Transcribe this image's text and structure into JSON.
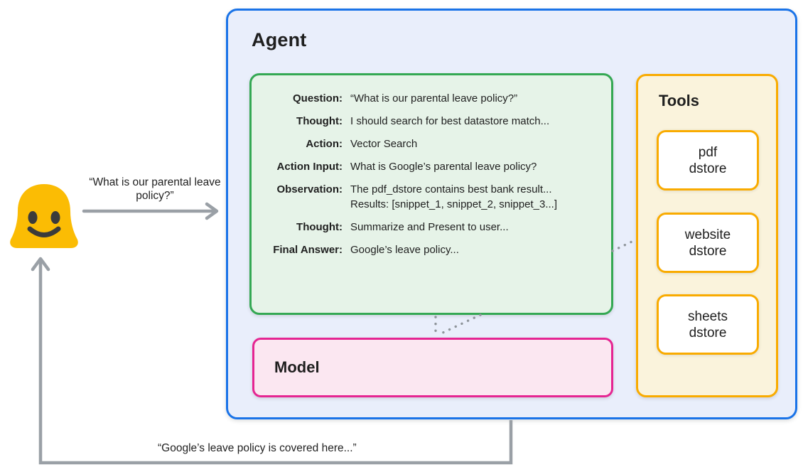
{
  "colors": {
    "agent_border": "#1a73e8",
    "agent_bg": "#e9eefb",
    "trace_border": "#34a853",
    "trace_bg": "#e6f3e8",
    "model_border": "#e52592",
    "model_bg": "#fbe7f1",
    "tools_border": "#f9ab00",
    "tools_bg": "#faf3dc",
    "tool_item_bg": "#ffffff",
    "arrow_gray": "#9aa0a6",
    "smiley_yellow": "#fbbc04",
    "text": "#1f1f1f"
  },
  "user": {
    "query_text": "“What is our parental leave policy?”"
  },
  "response": {
    "text": "“Google’s leave policy is covered here...”"
  },
  "agent": {
    "title": "Agent",
    "trace": {
      "rows": [
        {
          "label": "Question:",
          "value": "“What is our parental leave policy?”"
        },
        {
          "label": "Thought:",
          "value": "I should search for best datastore match..."
        },
        {
          "label": "Action:",
          "value": "Vector Search"
        },
        {
          "label": "Action Input:",
          "value": "What is Google’s parental leave policy?"
        },
        {
          "label": "Observation:",
          "value": "The pdf_dstore contains best bank result...\nResults: [snippet_1, snippet_2, snippet_3...]"
        },
        {
          "label": "Thought:",
          "value": "Summarize and Present to user..."
        },
        {
          "label": "Final Answer:",
          "value": "Google’s leave policy..."
        }
      ]
    },
    "model": {
      "title": "Model"
    },
    "tools": {
      "title": "Tools",
      "items": [
        {
          "lines": [
            "pdf",
            "dstore"
          ]
        },
        {
          "lines": [
            "website",
            "dstore"
          ]
        },
        {
          "lines": [
            "sheets",
            "dstore"
          ]
        }
      ]
    }
  }
}
